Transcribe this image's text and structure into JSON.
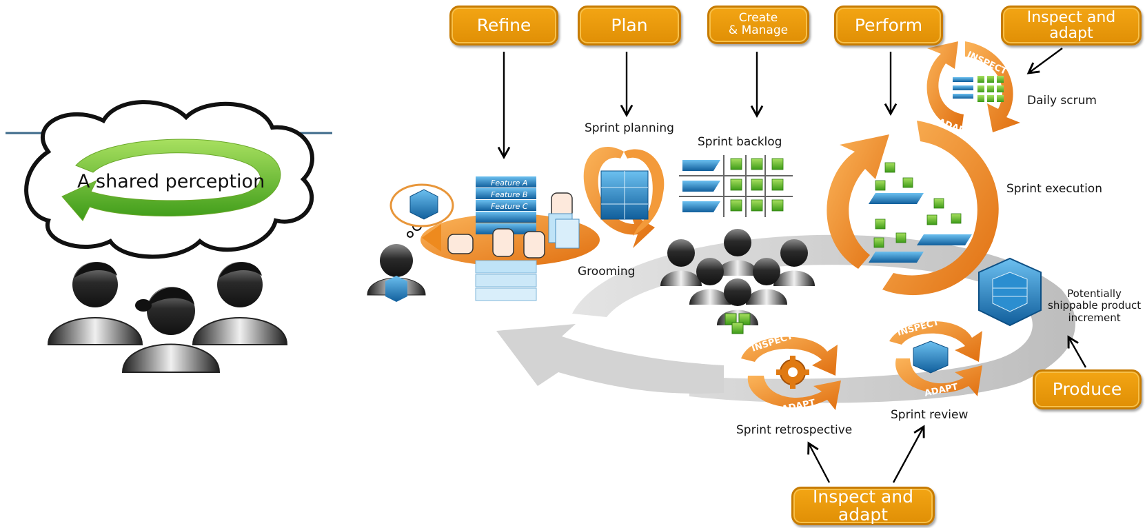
{
  "left_panel": {
    "shared_perception": "A shared perception"
  },
  "activities": {
    "refine": "Refine",
    "plan": "Plan",
    "create_manage": "Create\n& Manage",
    "perform": "Perform",
    "inspect_adapt_top": "Inspect and adapt",
    "produce": "Produce",
    "inspect_adapt_bottom": "Inspect and adapt"
  },
  "stages": {
    "grooming": "Grooming",
    "sprint_planning": "Sprint planning",
    "sprint_backlog": "Sprint backlog",
    "daily_scrum": "Daily scrum",
    "sprint_execution": "Sprint execution",
    "increment": "Potentially\nshippable product\nincrement",
    "sprint_review": "Sprint review",
    "sprint_retrospective": "Sprint retrospective"
  },
  "backlog_items": [
    "Feature A",
    "Feature B",
    "Feature C"
  ],
  "ring_words": {
    "inspect": "INSPECT",
    "adapt": "ADAPT"
  },
  "colors": {
    "button_orange": "#e8960a",
    "cycle_orange": "#f09030",
    "loop_green": "#8cc63f",
    "cube_blue": "#1f7fc4",
    "track_grey": "#cccccc"
  }
}
